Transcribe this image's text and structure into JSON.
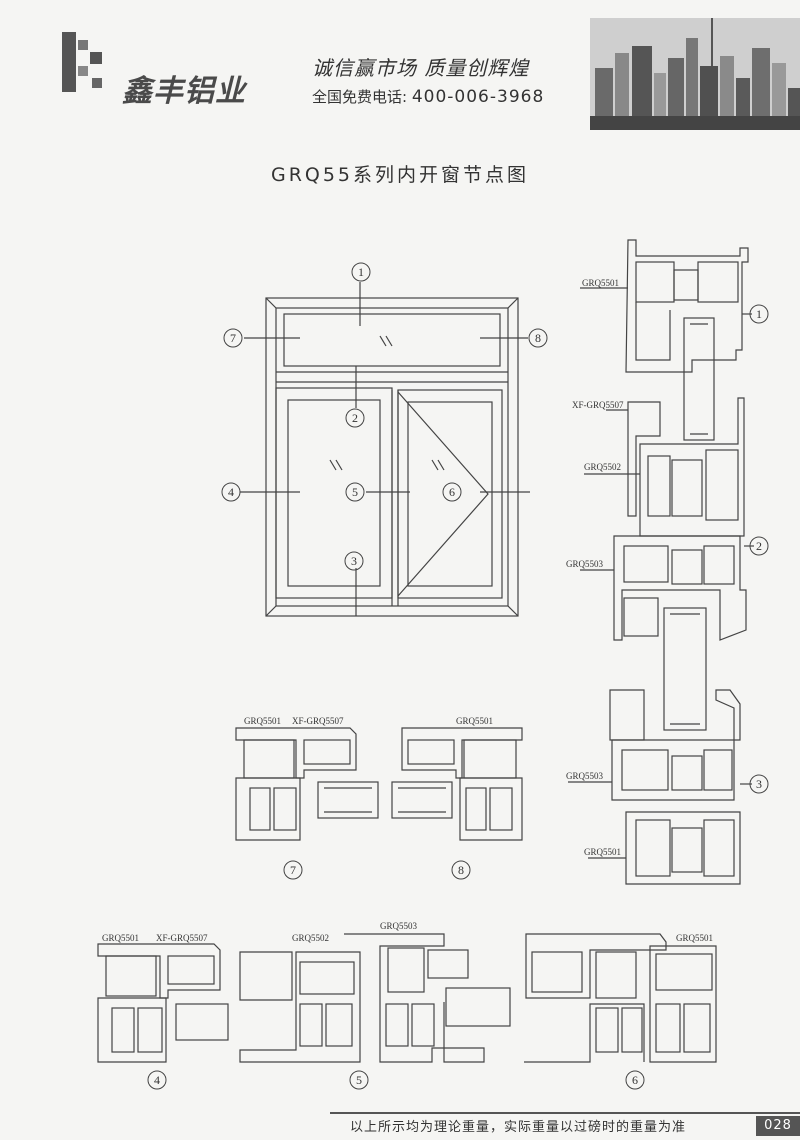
{
  "header": {
    "brand": "鑫丰铝业",
    "slogan": "诚信赢市场    质量创辉煌",
    "hotline_label": "全国免费电话:",
    "hotline_number": "400-006-3968"
  },
  "title": "GRQ55系列内开窗节点图",
  "diagram": {
    "window_callouts": [
      "1",
      "2",
      "3",
      "4",
      "5",
      "6",
      "7",
      "8"
    ],
    "profile_codes": {
      "p5501": "GRQ5501",
      "p5502": "GRQ5502",
      "p5503": "GRQ5503",
      "p5507": "XF-GRQ5507"
    },
    "section_numbers": [
      "1",
      "2",
      "3",
      "4",
      "5",
      "6",
      "7",
      "8"
    ]
  },
  "footer": {
    "note": "以上所示均为理论重量，实际重量以过磅时的重量为准",
    "page": "028"
  }
}
